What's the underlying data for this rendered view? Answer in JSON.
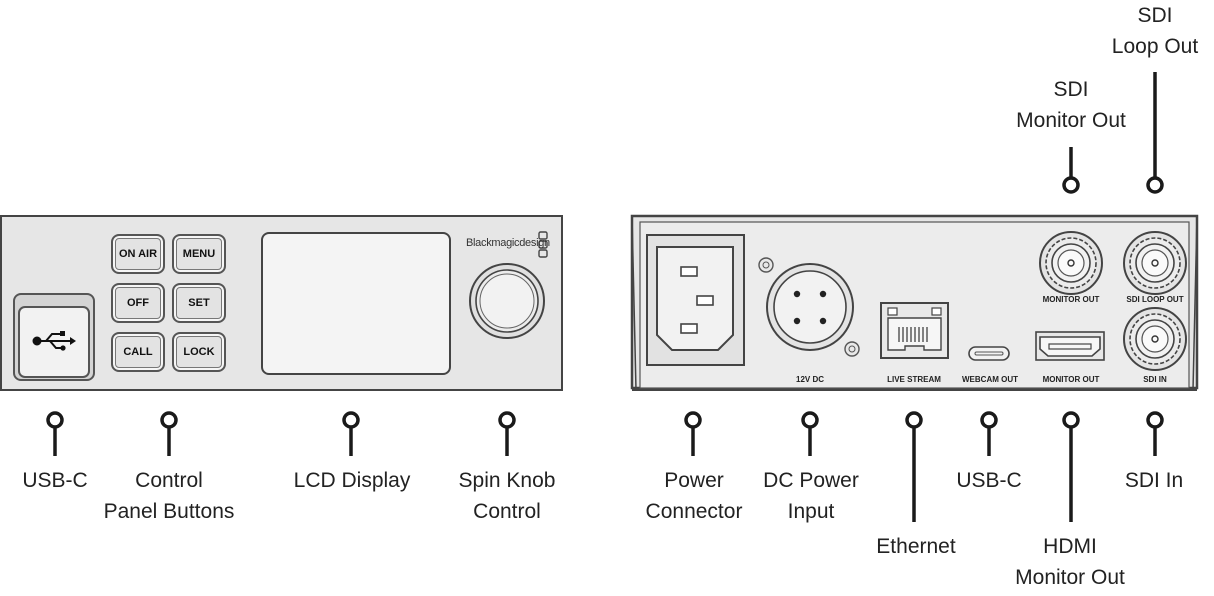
{
  "front_panel": {
    "buttons": [
      {
        "label": "ON AIR"
      },
      {
        "label": "MENU"
      },
      {
        "label": "OFF"
      },
      {
        "label": "SET"
      },
      {
        "label": "CALL"
      },
      {
        "label": "LOCK"
      }
    ],
    "brand": "Blackmagicdesign",
    "usb_icon": "usb-icon"
  },
  "rear_panel": {
    "port_captions": {
      "dc": "12V DC",
      "live_stream": "LIVE STREAM",
      "webcam_out": "WEBCAM OUT",
      "hdmi_monitor_out": "MONITOR OUT",
      "sdi_monitor_out": "MONITOR OUT",
      "sdi_loop_out": "SDI LOOP OUT",
      "sdi_in": "SDI IN"
    }
  },
  "callouts": {
    "usb_c_front": [
      "USB-C"
    ],
    "control_panel_buttons": [
      "Control",
      "Panel Buttons"
    ],
    "lcd_display": [
      "LCD Display"
    ],
    "spin_knob": [
      "Spin Knob",
      "Control"
    ],
    "power_connector": [
      "Power",
      "Connector"
    ],
    "dc_power_input": [
      "DC Power",
      "Input"
    ],
    "ethernet": [
      "Ethernet"
    ],
    "usb_c_rear": [
      "USB-C"
    ],
    "hdmi_monitor_out": [
      "HDMI",
      "Monitor Out"
    ],
    "sdi_in": [
      "SDI In"
    ],
    "sdi_monitor_out": [
      "SDI",
      "Monitor Out"
    ],
    "sdi_loop_out": [
      "SDI",
      "Loop Out"
    ]
  },
  "colors": {
    "panel_fill": "#e6e6e6",
    "panel_stroke": "#444444",
    "line": "#1a1a1a"
  }
}
